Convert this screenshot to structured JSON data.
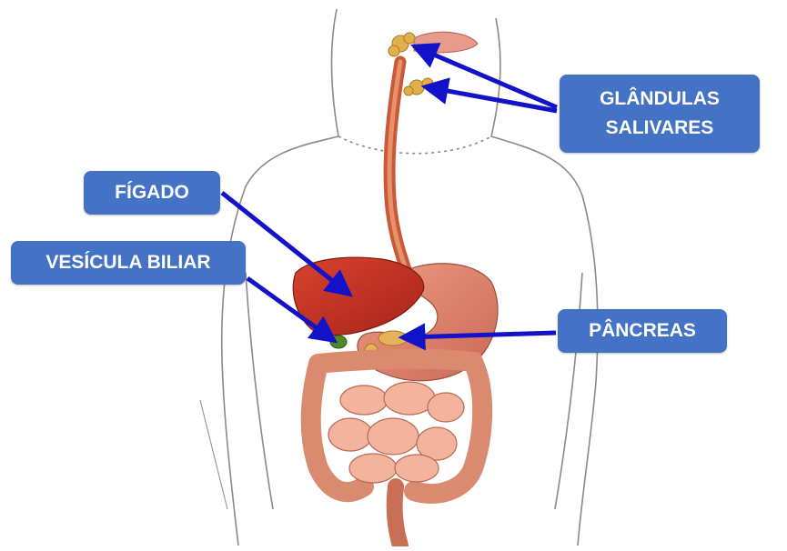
{
  "labels": {
    "salivary_line1": "GLÂNDULAS",
    "salivary_line2": "SALIVARES",
    "liver": "FÍGADO",
    "gallbladder": "VESÍCULA BILIAR",
    "pancreas": "PÂNCREAS"
  },
  "colors": {
    "label_fill": "#4472c4",
    "arrow": "#1212c8",
    "outline": "#8a8a8a",
    "organ_red": "#c0392b",
    "intestine": "#f0a58c"
  }
}
